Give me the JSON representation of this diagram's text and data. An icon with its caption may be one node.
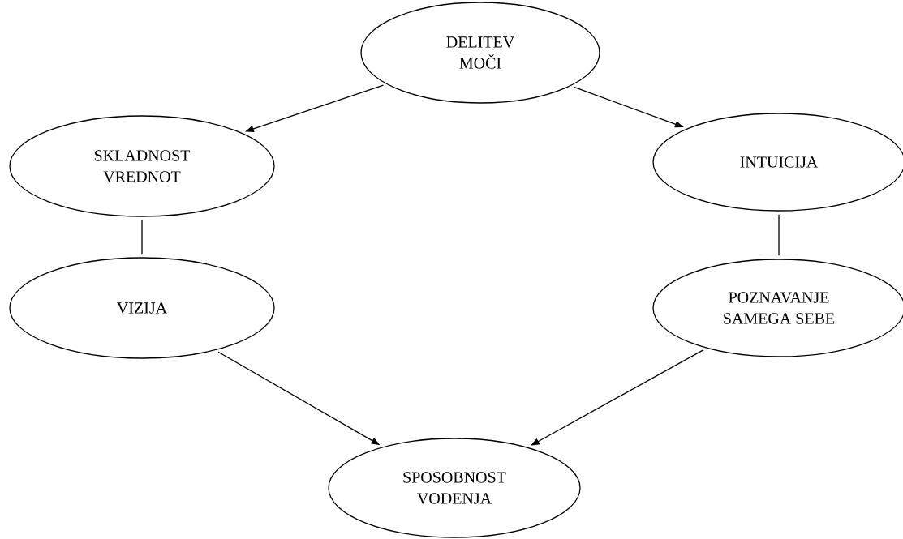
{
  "diagram": {
    "nodes": [
      {
        "text": [
          "DELITEV MOČI"
        ]
      },
      {
        "text": [
          "SKLADNOST VREDNOT"
        ]
      },
      {
        "text": [
          "INTUICIJA"
        ]
      },
      {
        "text": [
          "VIZIJA"
        ]
      },
      {
        "text": [
          "POZNAVANJE SAMEGA SEBE"
        ]
      },
      {
        "text": [
          "SPOSOBNOST VODENJA"
        ]
      }
    ],
    "edges": [
      {
        "from": 0,
        "to": 1,
        "arrow": "to"
      },
      {
        "from": 0,
        "to": 2,
        "arrow": "to"
      },
      {
        "from": 1,
        "to": 3,
        "arrow": "none"
      },
      {
        "from": 2,
        "to": 4,
        "arrow": "none"
      },
      {
        "from": 3,
        "to": 5,
        "arrow": "to"
      },
      {
        "from": 4,
        "to": 5,
        "arrow": "to"
      }
    ]
  }
}
